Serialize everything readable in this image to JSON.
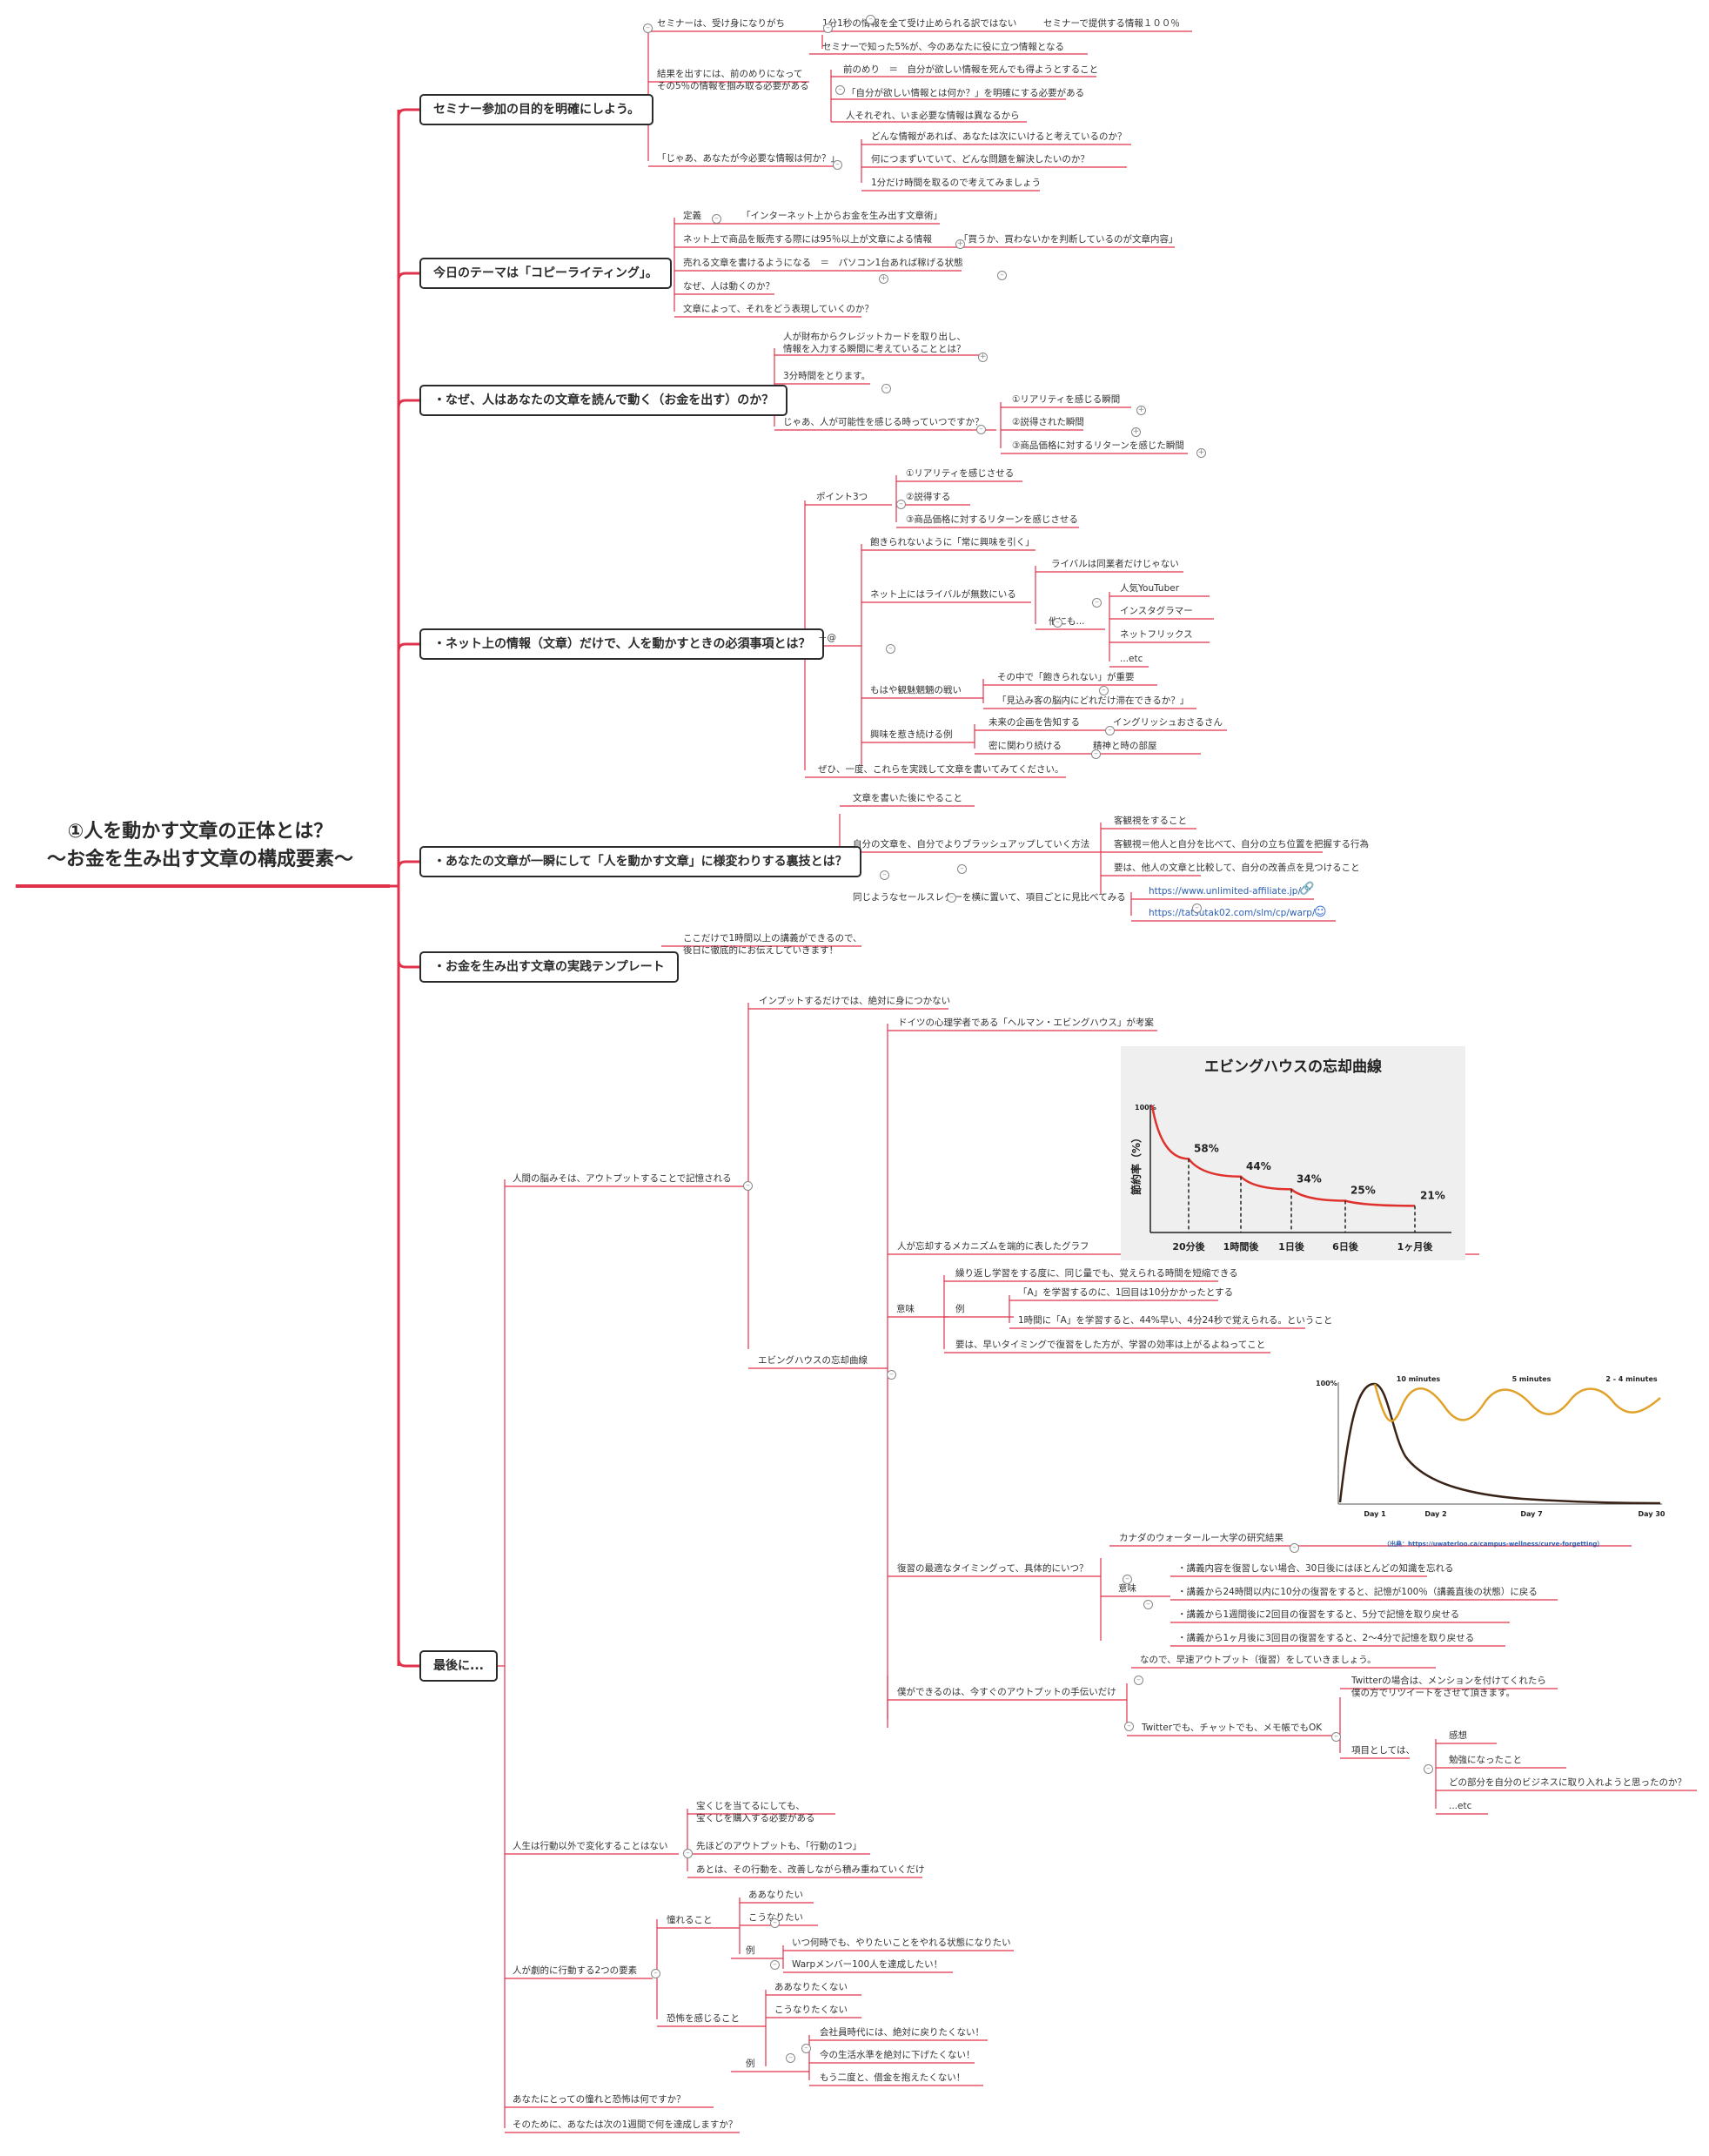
{
  "root": {
    "line1": "①人を動かす文章の正体とは？",
    "line2": "〜お金を生み出す文章の構成要素〜"
  },
  "topics": [
    "セミナー参加の目的を明確にしよう。",
    "今日のテーマは「コピーライティング」。",
    "・なぜ、人はあなたの文章を読んで動く（お金を出す）のか？",
    "・ネット上の情報（文章）だけで、人を動かすときの必須事項とは？",
    "・あなたの文章が一瞬にして「人を動かす文章」に様変わりする裏技とは？",
    "・お金を生み出す文章の実践テンプレート",
    "最後に..."
  ],
  "labels": [
    "セミナーは、受け身になりがち",
    "1分1秒の情報を全て受け止められる訳ではない",
    "セミナーで提供する情報１００％",
    "セミナーで知った5%が、今のあなたに役に立つ情報となる",
    "結果を出すには、前のめりになって\nその5％の情報を掴み取る必要がある",
    "前のめり　＝　自分が欲しい情報を死んでも得ようとすること",
    "「自分が欲しい情報とは何か？」を明確にする必要がある",
    "人それぞれ、いま必要な情報は異なるから",
    "「じゃあ、あなたが今必要な情報は何か？」",
    "どんな情報があれば、あなたは次にいけると考えているのか？",
    "何につまずいていて、どんな問題を解決したいのか？",
    "1分だけ時間を取るので考えてみましょう",
    "定義",
    "「インターネット上からお金を生み出す文章術」",
    "ネット上で商品を販売する際には95％以上が文章による情報",
    "「買うか、買わないかを判断しているのが文章内容」",
    "売れる文章を書けるようになる　＝　パソコン1台あれば稼げる状態",
    "なぜ、人は動くのか？",
    "文章によって、それをどう表現していくのか？",
    "人が財布からクレジットカードを取り出し、\n情報を入力する瞬間に考えていることとは？",
    "3分時間をとります。",
    "じゃあ、人が可能性を感じる時っていつですか？",
    "①リアリティを感じる瞬間",
    "②説得された瞬間",
    "③商品価格に対するリターンを感じた瞬間",
    "ポイント3つ",
    "①リアリティを感じさせる",
    "②説得する",
    "③商品価格に対するリターンを感じさせる",
    "＋@",
    "飽きられないように「常に興味を引く」",
    "ネット上にはライバルが無数にいる",
    "ライバルは同業者だけじゃない",
    "他にも...",
    "人気YouTuber",
    "インスタグラマー",
    "ネットフリックス",
    "...etc",
    "もはや観魅魍魎の戦い",
    "その中で「飽きられない」が重要",
    "「見込み客の脳内にどれだけ滞在できるか？」",
    "興味を惹き続ける例",
    "未来の企画を告知する",
    "イングリッシュおさるさん",
    "密に関わり続ける",
    "精神と時の部屋",
    "ぜひ、一度、これらを実践して文章を書いてみてください。",
    "文章を書いた後にやること",
    "自分の文章を、自分でよりブラッシュアップしていく方法",
    "客観視をすること",
    "客観視＝他人と自分を比べて、自分の立ち位置を把握する行為",
    "要は、他人の文章と比較して、自分の改善点を見つけること",
    "同じようなセールスレターを横に置いて、項目ごとに見比べてみる",
    "https://www.unlimited-affiliate.jp/",
    "https://tatsutak02.com/slm/cp/warp/",
    "ここだけで1時間以上の講義ができるので、\n後日に徹底的にお伝えしていきます！",
    "インプットするだけでは、絶対に身につかない",
    "人間の脳みそは、アウトプットすることで記憶される",
    "ドイツの心理学者である「ヘルマン・エビングハウス」が考案",
    "人が忘却するメカニズムを端的に表したグラフ",
    "エビングハウスの忘却曲線",
    "意味",
    "繰り返し学習をする度に、同じ量でも、覚えられる時間を短縮できる",
    "例",
    "「A」を学習するのに、1回目は10分かかったとする",
    "1時間に「A」を学習すると、44%早い、4分24秒で覚えられる。ということ",
    "要は、早いタイミングで復習をした方が、学習の効率は上がるよねってこと",
    "カナダのウォータールー大学の研究結果",
    "復習の最適なタイミングって、具体的にいつ？",
    "意味",
    "・講義内容を復習しない場合、30日後にはほとんどの知識を忘れる",
    "・講義から24時間以内に10分の復習をすると、記憶が100％（講義直後の状態）に戻る",
    "・講義から1週間後に2回目の復習をすると、5分で記憶を取り戻せる",
    "・講義から1ヶ月後に3回目の復習をすると、2〜4分で記憶を取り戻せる",
    "なので、早速アウトプット（復習）をしていきましょう。",
    "僕ができるのは、今すぐのアウトプットの手伝いだけ",
    "Twitterの場合は、メンションを付けてくれたら\n僕の方でリツイートをさせて頂きます。",
    "Twitterでも、チャットでも、メモ帳でもOK",
    "項目としては、",
    "感想",
    "勉強になったこと",
    "どの部分を自分のビジネスに取り入れようと思ったのか？",
    "...etc",
    "人生は行動以外で変化することはない",
    "宝くじを当てるにしても、\n宝くじを購入する必要がある",
    "先ほどのアウトプットも、「行動の1つ」",
    "あとは、その行動を、改善しながら積み重ねていくだけ",
    "人が劇的に行動する2つの要素",
    "憧れること",
    "ああなりたい",
    "こうなりたい",
    "例",
    "いつ何時でも、やりたいことをやれる状態になりたい",
    "Warpメンバー100人を達成したい！",
    "恐怖を感じること",
    "ああなりたくない",
    "こうなりたくない",
    "例",
    "会社員時代には、絶対に戻りたくない！",
    "今の生活水準を絶対に下げたくない！",
    "もう二度と、借金を抱えたくない！",
    "あなたにとっての憧れと恐怖は何ですか？",
    "そのために、あなたは次の1週間で何を達成しますか？"
  ],
  "chart_data": [
    {
      "type": "line",
      "title": "エビングハウスの忘却曲線",
      "ylabel": "節約率（%）",
      "categories": [
        "20分後",
        "1時間後",
        "1日後",
        "6日後",
        "1ヶ月後"
      ],
      "y_start_label": "100%",
      "values": [
        58,
        44,
        34,
        25,
        21
      ],
      "data_labels": [
        "58%",
        "44%",
        "34%",
        "25%",
        "21%"
      ],
      "ylim": [
        0,
        100
      ]
    },
    {
      "type": "line",
      "y_label": "100%",
      "x_labels": [
        "Day 1",
        "Day 2",
        "Day 7",
        "Day 30"
      ],
      "annotations": [
        "10 minutes",
        "5 minutes",
        "2 - 4 minutes"
      ],
      "source": "（出典：https://uwaterloo.ca/campus-wellness/curve-forgetting）",
      "series_colors": [
        "#3a2418",
        "#e0a22a"
      ]
    }
  ],
  "colors": {
    "accent": "#e0324b",
    "frame": "#2b2b2b",
    "text": "#333333"
  }
}
